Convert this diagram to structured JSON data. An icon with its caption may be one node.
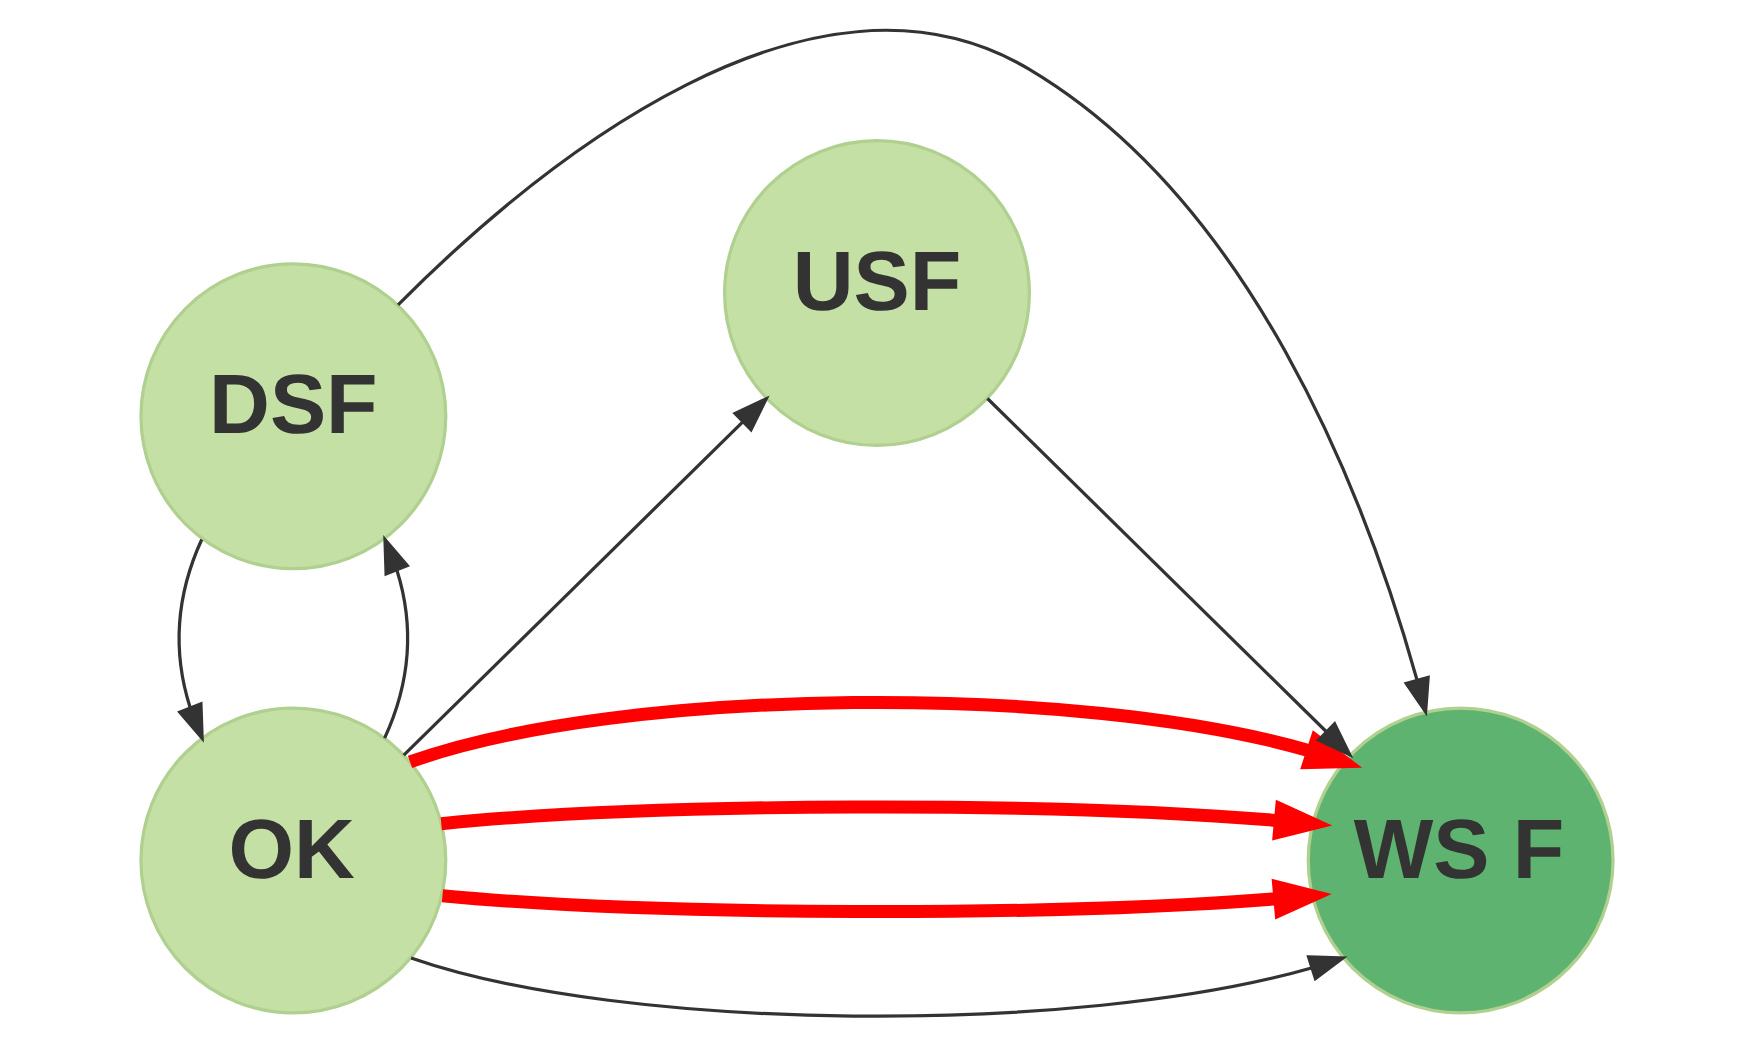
{
  "diagram": {
    "nodes": [
      {
        "text": [
          "OK"
        ]
      },
      {
        "text": [
          "USF"
        ]
      },
      {
        "text": [
          "DSF"
        ]
      },
      {
        "text": [
          "WS F"
        ]
      }
    ],
    "edges": [
      {
        "from": 0,
        "to": 3,
        "arrow": "to"
      },
      {
        "from": 0,
        "to": 1,
        "arrow": "to"
      },
      {
        "from": 1,
        "to": 3,
        "arrow": "to"
      },
      {
        "from": 2,
        "to": 3,
        "arrow": "to"
      },
      {
        "from": 0,
        "to": 2,
        "arrow": "to"
      },
      {
        "from": 2,
        "to": 0,
        "arrow": "to"
      },
      {
        "from": 0,
        "to": 3,
        "arrow": "to",
        "style": "thick",
        "color": "#ff0000"
      },
      {
        "from": 0,
        "to": 3,
        "arrow": "to",
        "style": "thick",
        "color": "#ff0000"
      },
      {
        "from": 0,
        "to": 3,
        "arrow": "to",
        "style": "thick",
        "color": "#ff0000"
      }
    ]
  }
}
